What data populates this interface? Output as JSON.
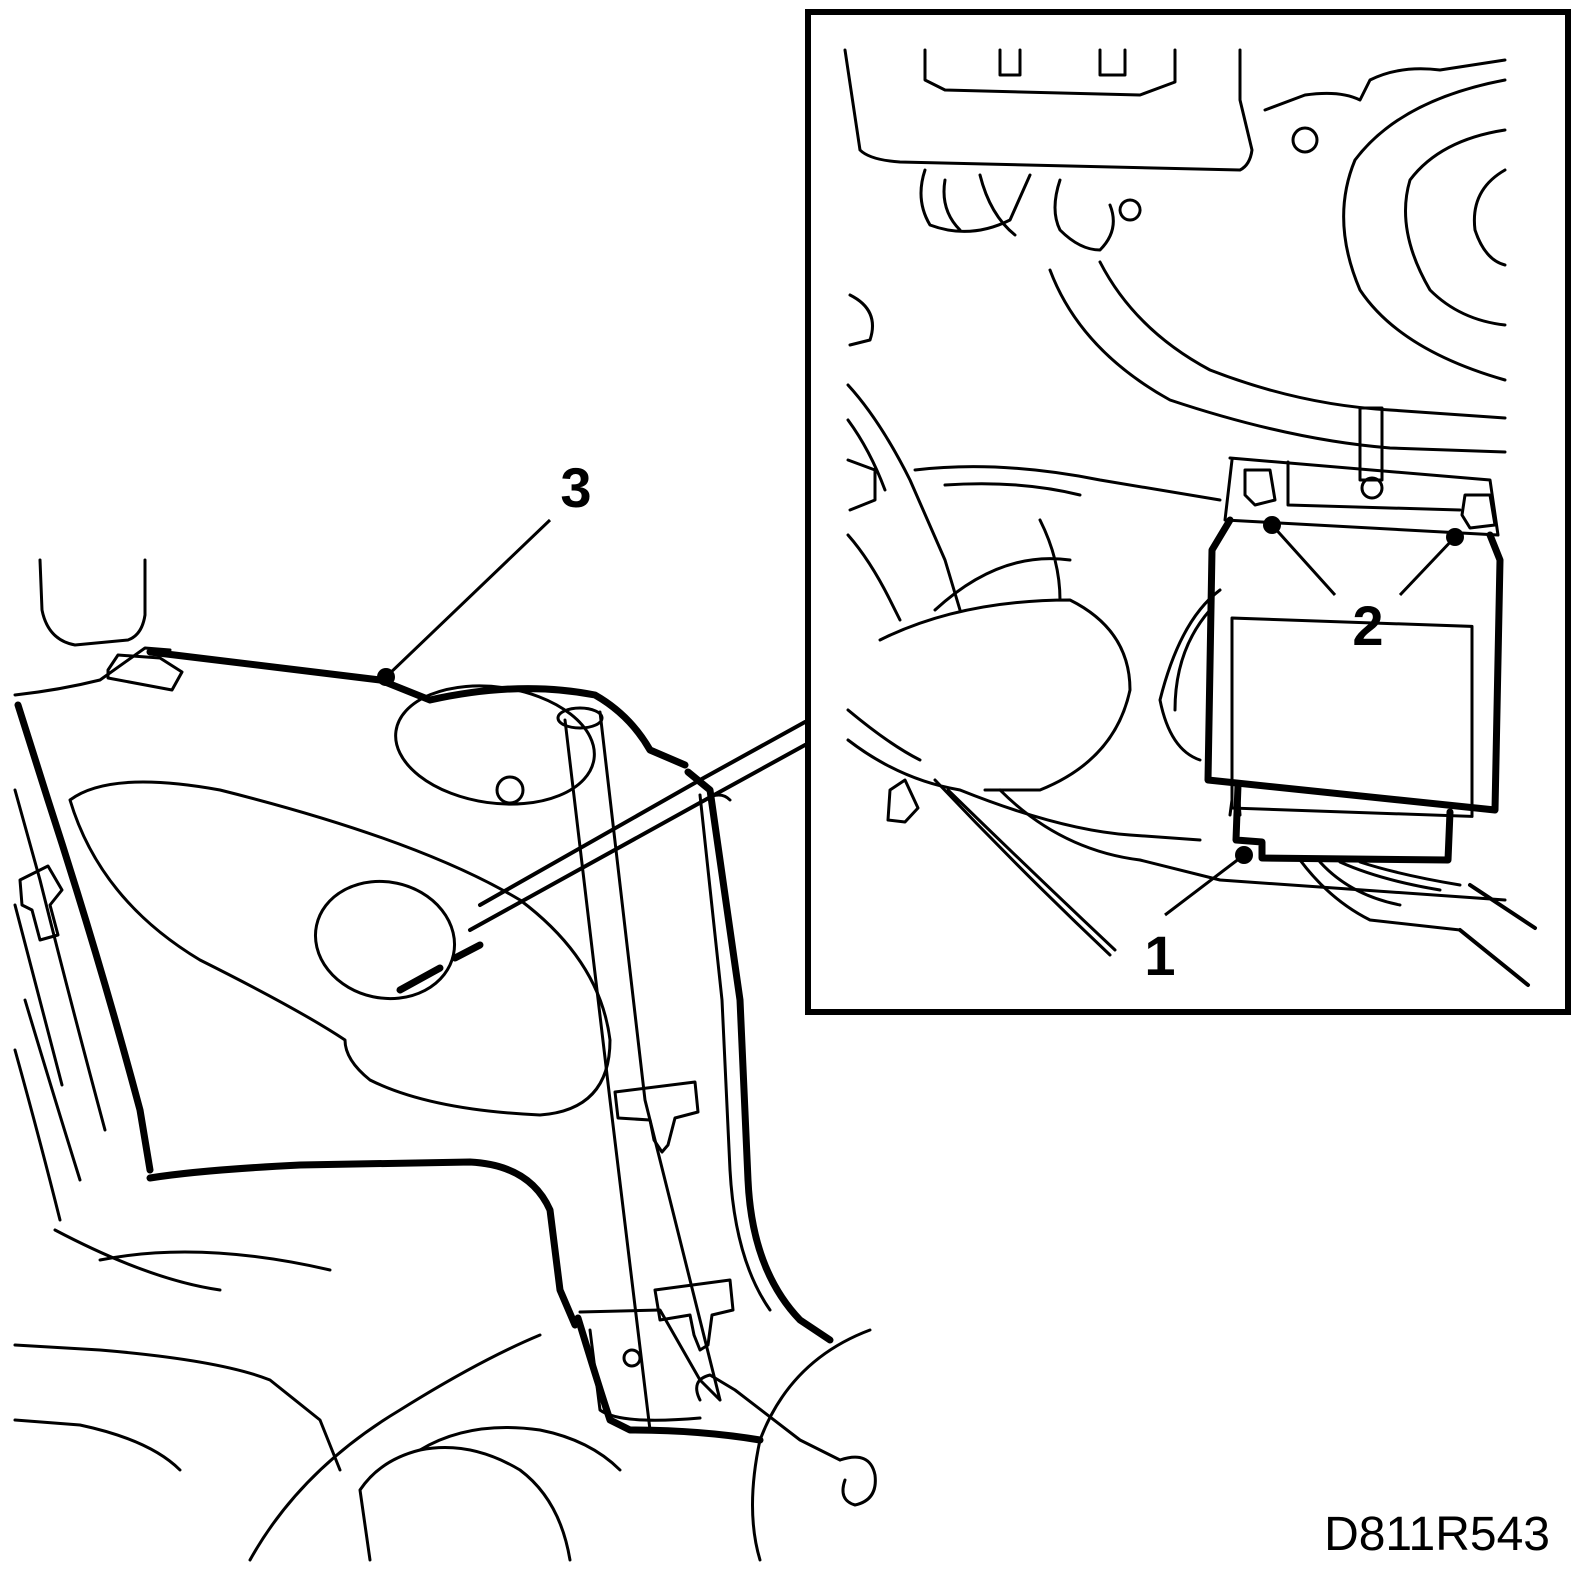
{
  "callouts": [
    {
      "id": "1",
      "label": "1"
    },
    {
      "id": "2",
      "label": "2"
    },
    {
      "id": "3",
      "label": "3"
    }
  ],
  "figure_code": "D811R543"
}
